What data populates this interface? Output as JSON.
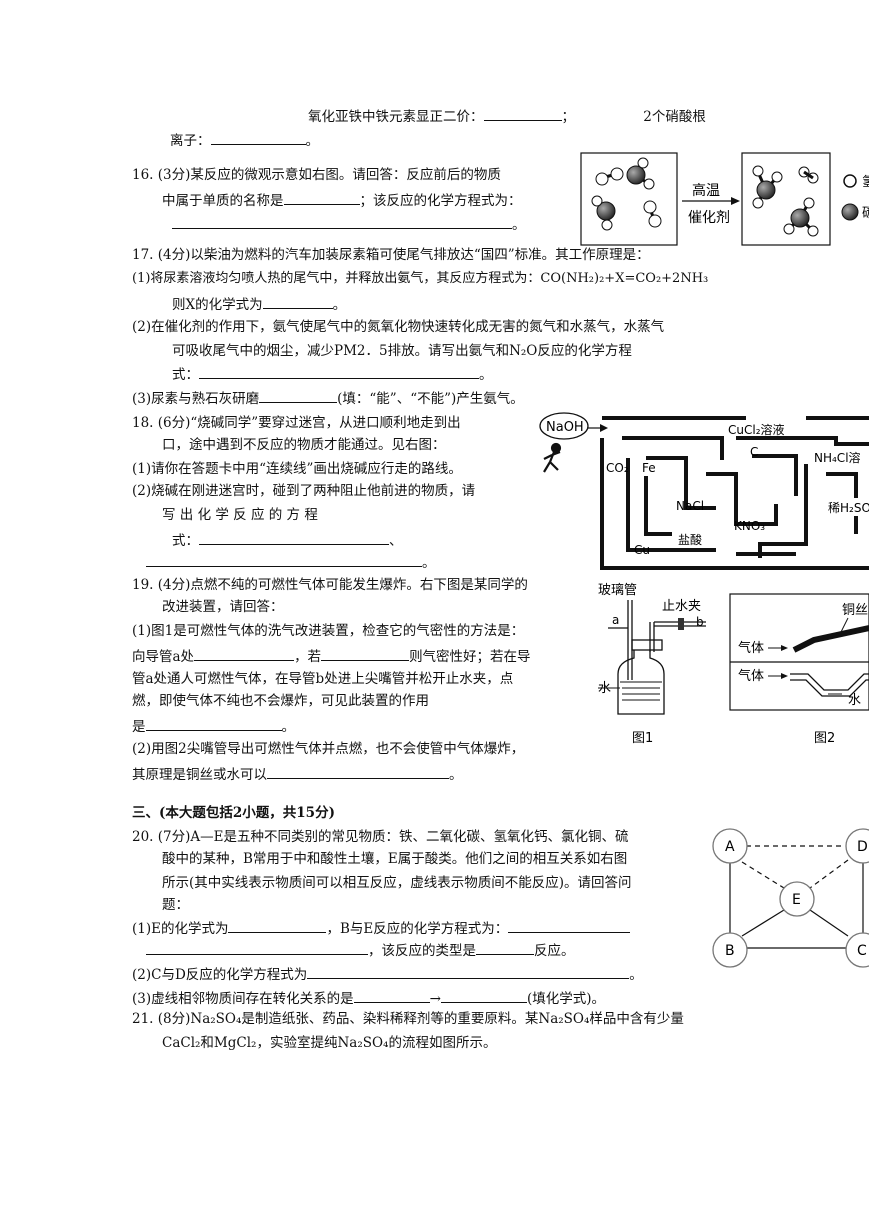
{
  "q15": {
    "line1": "氧化亚铁中铁元素显正二价：",
    "semi": "；",
    "nitrate": "2个硝酸根",
    "line2": "离子：",
    "end": "。"
  },
  "q16": {
    "l1": "16.  (3分)某反应的微观示意如右图。请回答：反应前后的物质",
    "l2a": "中属于单质的名称是",
    "l2b": "；该反应的化学方程式为：",
    "l3end": "。",
    "arrow_top": "高温",
    "arrow_bottom": "催化剂",
    "legend1": "氢",
    "legend2": "碳"
  },
  "q17": {
    "l1": "17.  (4分)以柴油为燃料的汽车加装尿素箱可使尾气排放达“国四”标准。其工作原理是：",
    "l2": "(1)将尿素溶液均匀喷人热的尾气中，并释放出氨气，其反应方程式为：CO(NH₂)₂+X=CO₂+2NH₃",
    "l3a": "则X的化学式为",
    "l3b": "。",
    "l4": "(2)在催化剂的作用下，氨气使尾气中的氮氧化物快速转化成无害的氮气和水蒸气，水蒸气",
    "l5": "可吸收尾气中的烟尘，减少PM2．5排放。请写出氨气和N₂O反应的化学方程",
    "l6a": "式：",
    "l6b": "。",
    "l7a": "(3)尿素与熟石灰研磨",
    "l7b": "(填：“能”、“不能”)产生氨气。"
  },
  "q18": {
    "l1": "18.  (6分)“烧碱同学”要穿过迷宫，从进口顺利地走到出",
    "l2": "口，途中遇到不反应的物质才能通过。见右图：",
    "l3": "(1)请你在答题卡中用“连续线”画出烧碱应行走的路线。",
    "l4": "(2)烧碱在刚进迷宫时，碰到了两种阻止他前进的物质，请",
    "l5": "写     出     化     学     反     应     的     方     程",
    "l6a": "式：",
    "l6b": "、",
    "l7b": "。",
    "maze": {
      "naoh": "NaOH",
      "cucl2": "CuCl₂溶液",
      "c": "C",
      "nh4cl": "NH₄Cl溶",
      "co2": "CO₂",
      "fe": "Fe",
      "nacl": "NaCl",
      "h2so4": "稀H₂SO",
      "kno3": "KNO₃",
      "hcl": "盐酸",
      "cu": "Cu"
    }
  },
  "q19": {
    "l1": "19.  (4分)点燃不纯的可燃性气体可能发生爆炸。右下图是某同学的",
    "l2": "改进装置，请回答：",
    "l3": "(1)图1是可燃性气体的洗气改进装置，检查它的气密性的方法是：",
    "l4a": "向导管a处",
    "l4b": "，若",
    "l4c": "则气密性好；若在导",
    "l5": "管a处通人可燃性气体，在导管b处进上尖嘴管并松开止水夹，点",
    "l6": "燃，即使气体不纯也不会爆炸，可见此装置的作用",
    "l7a": "是",
    "l7b": "。",
    "l8": "(2)用图2尖嘴管导出可燃性气体并点燃，也不会使管中气体爆炸，",
    "l9a": "其原理是铜丝或水可以",
    "l9b": "。",
    "fig1": {
      "tube": "玻璃管",
      "clamp": "止水夹",
      "a": "a",
      "b": "b",
      "water": "水",
      "caption": "图1"
    },
    "fig2": {
      "copper": "铜丝",
      "gas1": "气体",
      "gas2": "气体",
      "water": "水",
      "caption": "图2"
    }
  },
  "section3": {
    "title": "三、(本大题包括2小题，共15分)"
  },
  "q20": {
    "l1": "20.  (7分)A—E是五种不同类别的常见物质：铁、二氧化碳、氢氧化钙、氯化铜、硫",
    "l2": "酸中的某种，B常用于中和酸性土壤，E属于酸类。他们之间的相互关系如右图",
    "l3": "所示(其中实线表示物质间可以相互反应，虚线表示物质间不能反应)。请回答问",
    "l4": "题：",
    "l5a": "(1)E的化学式为",
    "l5b": "，B与E反应的化学方程式为：",
    "l6b": "，该反应的类型是",
    "l6c": "反应。",
    "l7a": "(2)C与D反应的化学方程式为",
    "l7b": "。",
    "l8a": "(3)虚线相邻物质间存在转化关系的是",
    "l8b": "→",
    "l8c": "(填化学式)。",
    "nodes": {
      "a": "A",
      "b": "B",
      "c": "C",
      "d": "D",
      "e": "E"
    }
  },
  "q21": {
    "l1": "21.  (8分)Na₂SO₄是制造纸张、药品、染料稀释剂等的重要原料。某Na₂SO₄样品中含有少量",
    "l2": "CaCl₂和MgCl₂，实验室提纯Na₂SO₄的流程如图所示。"
  }
}
